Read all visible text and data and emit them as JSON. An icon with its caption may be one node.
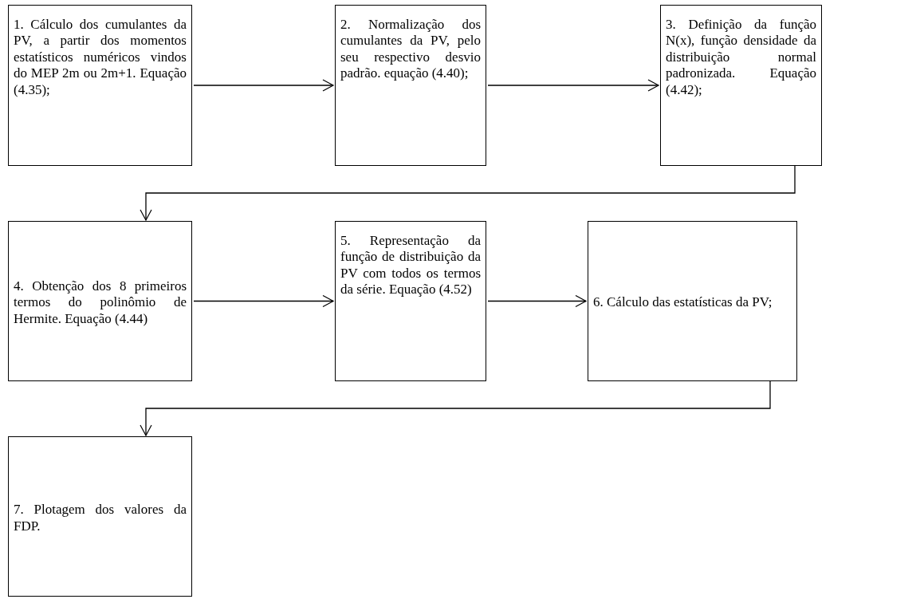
{
  "diagram": {
    "nodes": [
      {
        "text": [
          "1. Cálculo dos cumulantes da PV, a partir dos momentos estatísticos numéricos vindos do MEP 2m ou 2m+1. Equação (4.35);"
        ]
      },
      {
        "text": [
          "2. Normalização dos cumulantes da PV, pelo seu respectivo desvio padrão. equação (4.40);"
        ]
      },
      {
        "text": [
          "3. Definição da função N(x), função densidade da distribuição normal padronizada. Equação (4.42);"
        ]
      },
      {
        "text": [
          "4. Obtenção dos 8 primeiros termos do polinômio de Hermite. Equação (4.44)"
        ]
      },
      {
        "text": [
          "5. Representação da função de distribuição da PV com todos os termos da série. Equação (4.52)"
        ]
      },
      {
        "text": [
          "6. Cálculo das estatísticas da PV;"
        ]
      },
      {
        "text": [
          "7. Plotagem dos valores da FDP."
        ]
      }
    ],
    "edges": [
      {
        "from": 0,
        "to": 1,
        "arrow": "to"
      },
      {
        "from": 1,
        "to": 2,
        "arrow": "to"
      },
      {
        "from": 2,
        "to": 3,
        "arrow": "to"
      },
      {
        "from": 3,
        "to": 4,
        "arrow": "to"
      },
      {
        "from": 4,
        "to": 5,
        "arrow": "to"
      },
      {
        "from": 5,
        "to": 6,
        "arrow": "to"
      }
    ]
  }
}
